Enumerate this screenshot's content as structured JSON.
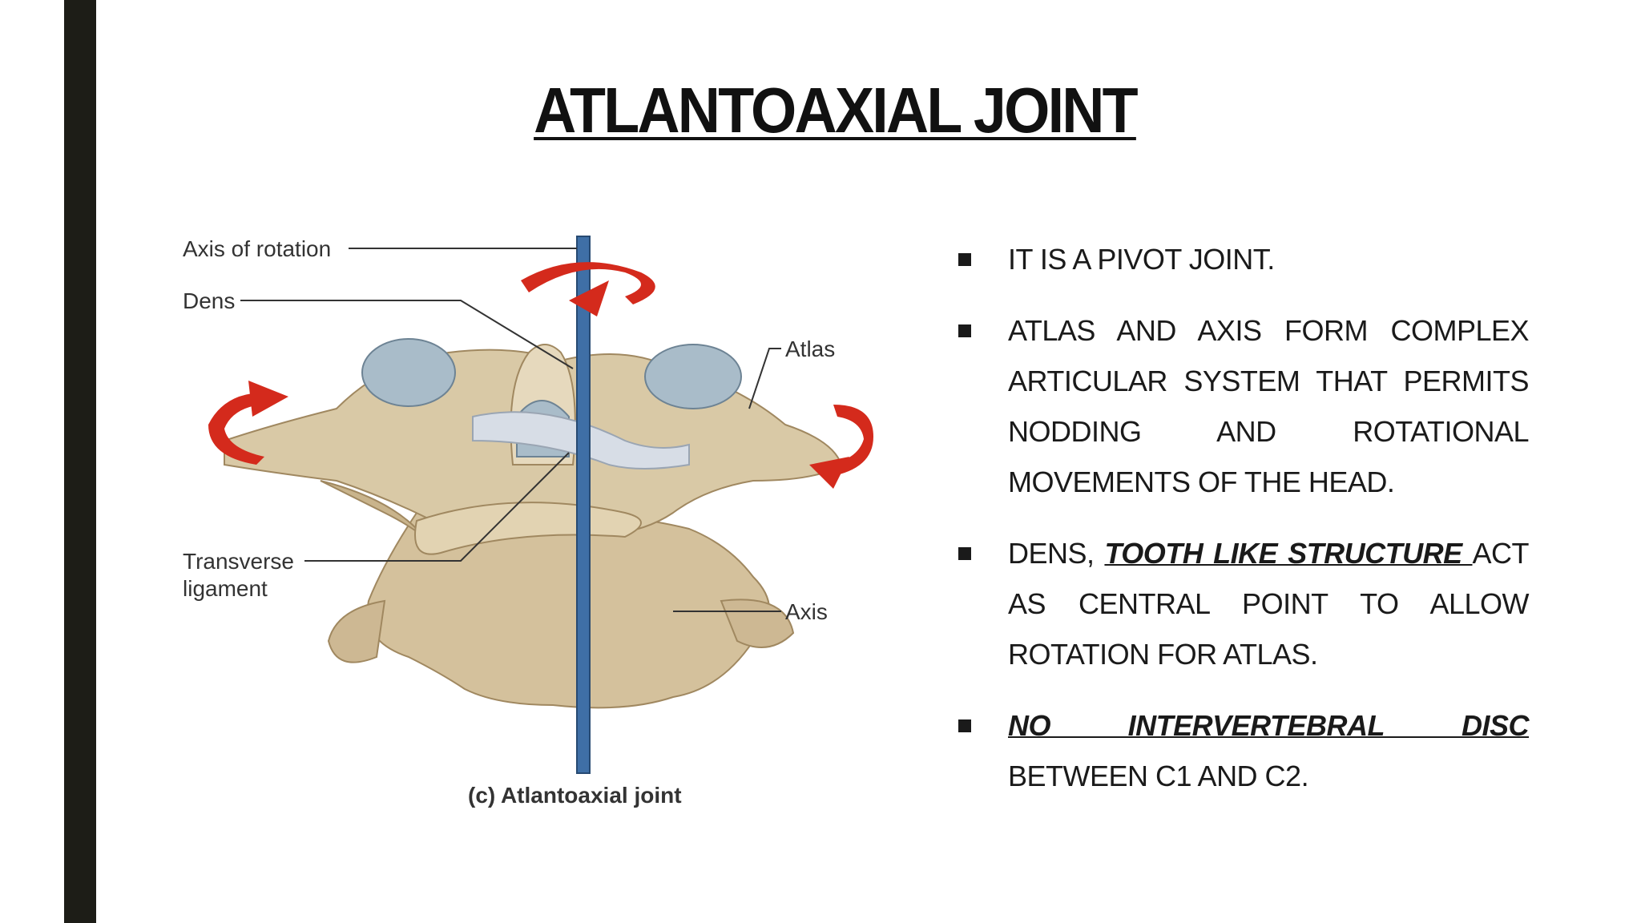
{
  "slide": {
    "title": "ATLANTOAXIAL JOINT"
  },
  "figure": {
    "labels": {
      "axis_of_rotation": "Axis of rotation",
      "dens": "Dens",
      "atlas": "Atlas",
      "transverse_ligament_line1": "Transverse",
      "transverse_ligament_line2": "ligament",
      "axis": "Axis"
    },
    "caption": "(c) Atlantoaxial joint",
    "colors": {
      "bone": "#d9c9a6",
      "bone_shadow": "#b8a27a",
      "cartilage": "#a9bcc9",
      "rotation_axis": "#3f6fa6",
      "arrow": "#d42a1c"
    }
  },
  "bullets": [
    {
      "text": "IT IS A PIVOT JOINT."
    },
    {
      "text": "ATLAS AND AXIS FORM COMPLEX ARTICULAR SYSTEM THAT PERMITS NODDING AND ROTATIONAL MOVEMENTS OF THE HEAD."
    },
    {
      "pre": "DENS, ",
      "emph": "TOOTH LIKE STRUCTURE ",
      "post": "ACT AS CENTRAL POINT TO ALLOW ROTATION FOR ATLAS."
    },
    {
      "emph": "NO INTERVERTEBRAL DISC ",
      "post": "BETWEEN C1 AND C2."
    }
  ]
}
